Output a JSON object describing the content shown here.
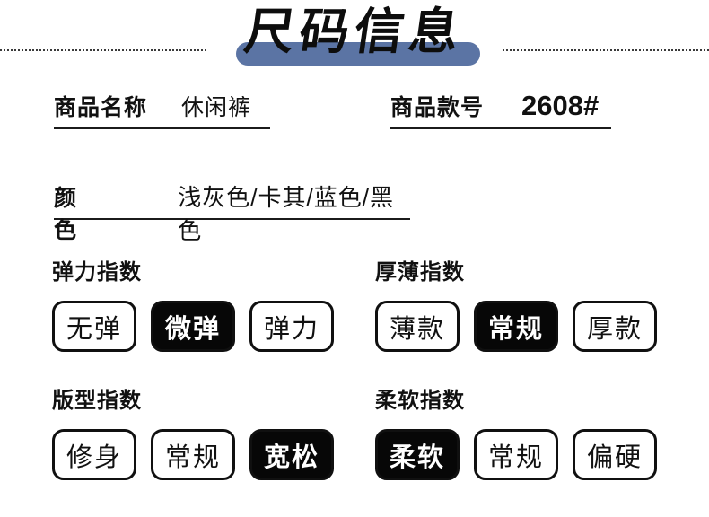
{
  "accent_color": "#5b74a4",
  "header": {
    "title": "尺码信息"
  },
  "fields": {
    "name_label": "商品名称",
    "name_value": "休闲裤",
    "sku_label": "商品款号",
    "sku_value": "2608#",
    "color_label": "颜色",
    "color_value": "浅灰色/卡其/蓝色/黑色"
  },
  "sections": [
    {
      "heading": "弹力指数",
      "options": [
        {
          "label": "无弹",
          "selected": false
        },
        {
          "label": "微弹",
          "selected": true
        },
        {
          "label": "弹力",
          "selected": false
        }
      ]
    },
    {
      "heading": "厚薄指数",
      "options": [
        {
          "label": "薄款",
          "selected": false
        },
        {
          "label": "常规",
          "selected": true
        },
        {
          "label": "厚款",
          "selected": false
        }
      ]
    },
    {
      "heading": "版型指数",
      "options": [
        {
          "label": "修身",
          "selected": false
        },
        {
          "label": "常规",
          "selected": false
        },
        {
          "label": "宽松",
          "selected": true
        }
      ]
    },
    {
      "heading": "柔软指数",
      "options": [
        {
          "label": "柔软",
          "selected": true
        },
        {
          "label": "常规",
          "selected": false
        },
        {
          "label": "偏硬",
          "selected": false
        }
      ]
    }
  ]
}
